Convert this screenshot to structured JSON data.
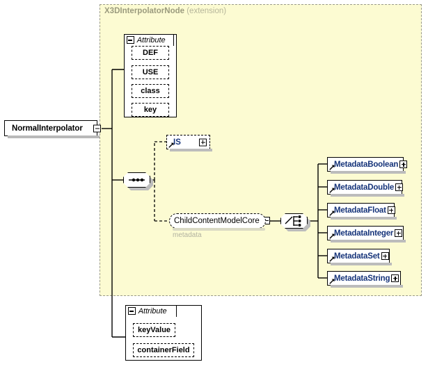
{
  "diagram": {
    "type": "xsd-schema-diagram",
    "root_element": {
      "name": "NormalInterpolator",
      "expander": "minus"
    },
    "extension_group": {
      "title": "X3DInterpolatorNode",
      "qualifier": "(extension)",
      "background_color": "#fcfbd2",
      "border_color": "#9a9a8a"
    },
    "attribute_group_top": {
      "tab_label": "Attribute",
      "expander": "minus",
      "items": [
        {
          "name": "DEF"
        },
        {
          "name": "USE"
        },
        {
          "name": "class"
        },
        {
          "name": "key"
        }
      ]
    },
    "attribute_group_bottom": {
      "tab_label": "Attribute",
      "expander": "minus",
      "items": [
        {
          "name": "keyValue"
        },
        {
          "name": "containerField"
        }
      ]
    },
    "sequence_compositor": {
      "kind": "sequence",
      "expander": "minus"
    },
    "choice_compositor": {
      "kind": "choice",
      "expander": "minus"
    },
    "is_node": {
      "name": "IS",
      "expander": "plus",
      "optional": true
    },
    "group_reference": {
      "name": "ChildContentModelCore",
      "caption": "metadata",
      "expander": "minus"
    },
    "metadata_nodes": [
      {
        "name": "MetadataBoolean",
        "expander": "plus"
      },
      {
        "name": "MetadataDouble",
        "expander": "plus"
      },
      {
        "name": "MetadataFloat",
        "expander": "plus"
      },
      {
        "name": "MetadataInteger",
        "expander": "plus"
      },
      {
        "name": "MetadataSet",
        "expander": "plus"
      },
      {
        "name": "MetadataString",
        "expander": "plus"
      }
    ],
    "colors": {
      "element_label": "#16347a",
      "group_title": "#9b9b7e",
      "caption": "#b2b2a0",
      "shadow": "#bcbcbc"
    }
  }
}
